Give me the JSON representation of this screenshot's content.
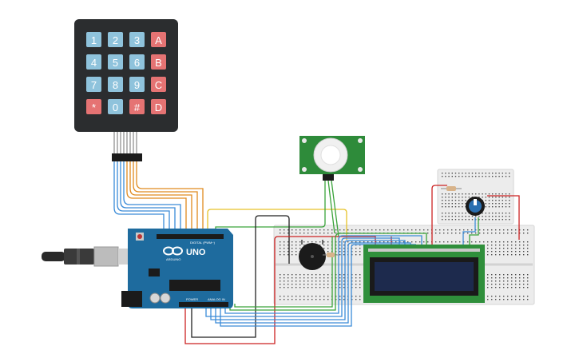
{
  "keypad": {
    "rows": [
      [
        {
          "label": "1",
          "kind": "num"
        },
        {
          "label": "2",
          "kind": "num"
        },
        {
          "label": "3",
          "kind": "num"
        },
        {
          "label": "A",
          "kind": "letter"
        }
      ],
      [
        {
          "label": "4",
          "kind": "num"
        },
        {
          "label": "5",
          "kind": "num"
        },
        {
          "label": "6",
          "kind": "num"
        },
        {
          "label": "B",
          "kind": "letter"
        }
      ],
      [
        {
          "label": "7",
          "kind": "num"
        },
        {
          "label": "8",
          "kind": "num"
        },
        {
          "label": "9",
          "kind": "num"
        },
        {
          "label": "C",
          "kind": "letter"
        }
      ],
      [
        {
          "label": "*",
          "kind": "letter"
        },
        {
          "label": "0",
          "kind": "num"
        },
        {
          "label": "#",
          "kind": "letter"
        },
        {
          "label": "D",
          "kind": "letter"
        }
      ]
    ]
  },
  "arduino": {
    "model": "UNO",
    "brand": "ARDUINO",
    "digital_label": "DIGITAL (PWM~)",
    "power_label": "POWER",
    "analog_label": "ANALOG IN",
    "logo_icon": "infinity-icon"
  },
  "components": {
    "pir": "pir-sensor",
    "buzzer": "piezo-buzzer",
    "lcd": "lcd-16x2",
    "potentiometer": "potentiometer",
    "resistor_icon": "resistor-icon",
    "usb_icon": "usb-cable-icon"
  },
  "colors": {
    "num_key": "#8fc3dc",
    "letter_key": "#e57373",
    "keypad_body": "#2b2d2f",
    "arduino": "#1e6b9e",
    "breadboard": "#ececec",
    "pir_board": "#2e8b3a",
    "lcd_board": "#2f8f3b",
    "lcd_screen": "#1d2a4d",
    "wire_blue": "#3a8bd8",
    "wire_orange": "#e08a1e",
    "wire_green": "#3aa33a",
    "wire_yellow": "#e6c229",
    "wire_red": "#cc2222",
    "wire_black": "#222222"
  }
}
